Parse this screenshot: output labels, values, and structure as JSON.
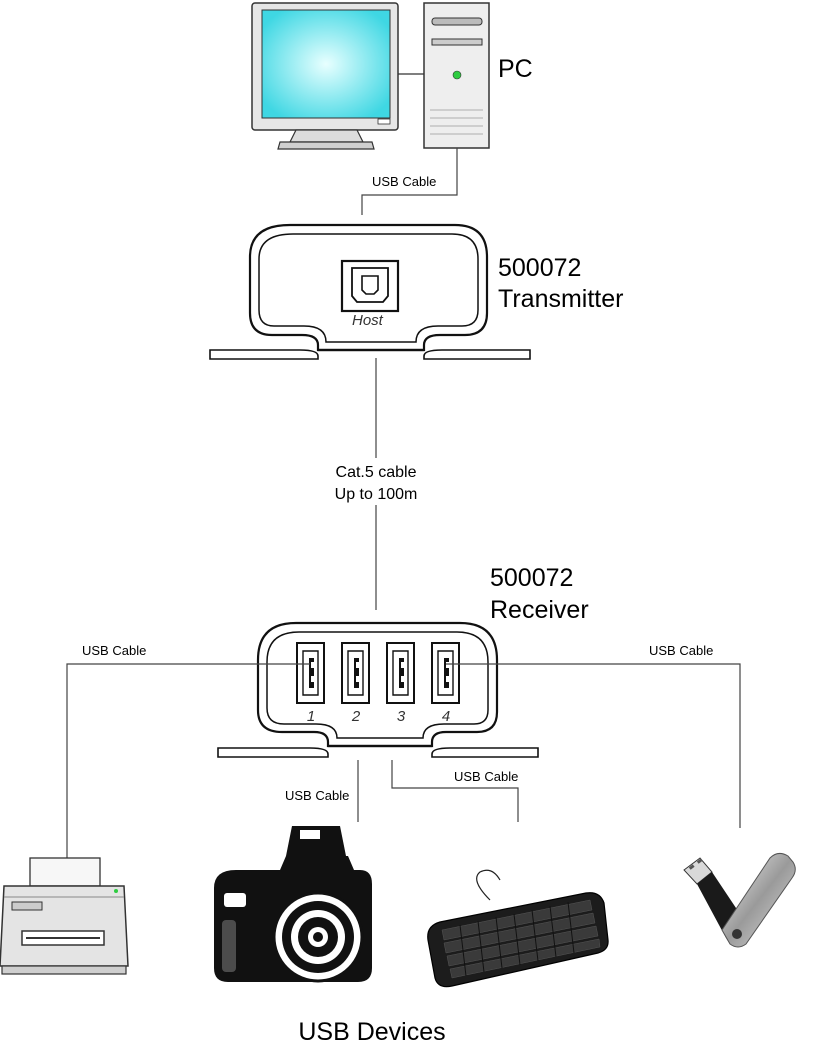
{
  "pc": {
    "label": "PC"
  },
  "transmitter": {
    "model": "500072",
    "name": "Transmitter",
    "port_label": "Host"
  },
  "receiver": {
    "model": "500072",
    "name": "Receiver",
    "ports": [
      "1",
      "2",
      "3",
      "4"
    ]
  },
  "cables": {
    "pc_to_tx": "USB Cable",
    "cat5_line1": "Cat.5 cable",
    "cat5_line2": "Up to 100m",
    "to_printer": "USB Cable",
    "to_camera": "USB Cable",
    "to_keyboard": "USB Cable",
    "to_flashdrive": "USB Cable"
  },
  "devices": {
    "caption": "USB Devices"
  },
  "icons": {
    "pc": "desktop-computer-icon",
    "printer": "printer-icon",
    "camera": "camera-icon",
    "keyboard": "keyboard-icon",
    "flash_drive": "usb-flash-drive-icon"
  }
}
